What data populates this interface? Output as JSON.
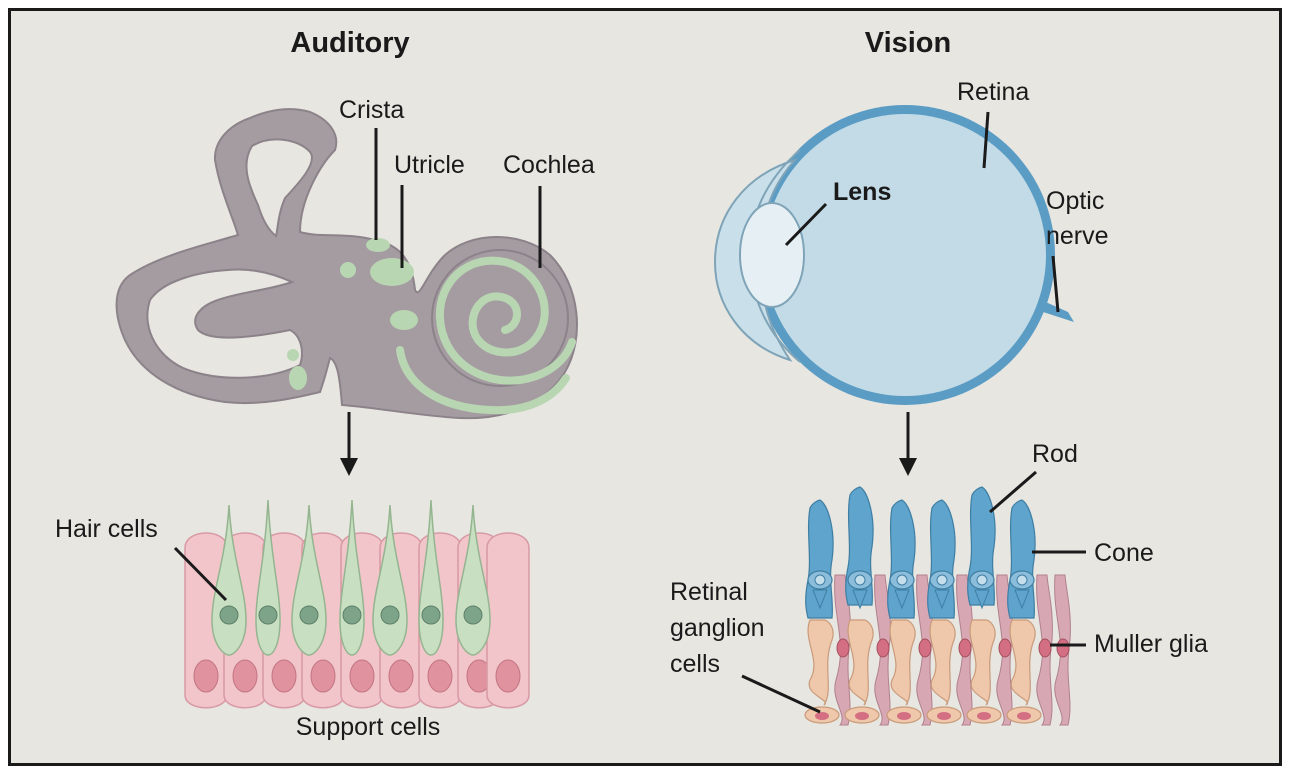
{
  "panels": {
    "auditory": {
      "title": "Auditory",
      "labels": {
        "crista": "Crista",
        "utricle": "Utricle",
        "cochlea": "Cochlea",
        "hair_cells": "Hair cells",
        "support_cells": "Support cells"
      }
    },
    "vision": {
      "title": "Vision",
      "labels": {
        "retina": "Retina",
        "lens": "Lens",
        "optic_nerve_line1": "Optic",
        "optic_nerve_line2": "nerve",
        "rod": "Rod",
        "cone": "Cone",
        "rgc_line1": "Retinal",
        "rgc_line2": "ganglion",
        "rgc_line3": "cells",
        "muller_glia": "Muller glia"
      }
    }
  },
  "colors": {
    "background": "#e7e6e1",
    "border": "#1a1a1a",
    "inner_ear": "#a59ca2",
    "sensory_patch": "#b9d6b3",
    "hair_cell": "#c9dfc2",
    "hair_cell_nucleus": "#7da389",
    "support_cell": "#f2c5cb",
    "support_cell_nucleus": "#e0939f",
    "eyeball": "#c2dbe6",
    "retina_layer": "#5b9cc4",
    "lens": "#e6f0f4",
    "photoreceptor": "#5ea4cc",
    "ganglion_cell": "#efc8ab",
    "muller_glia": "#d7a8b4"
  }
}
